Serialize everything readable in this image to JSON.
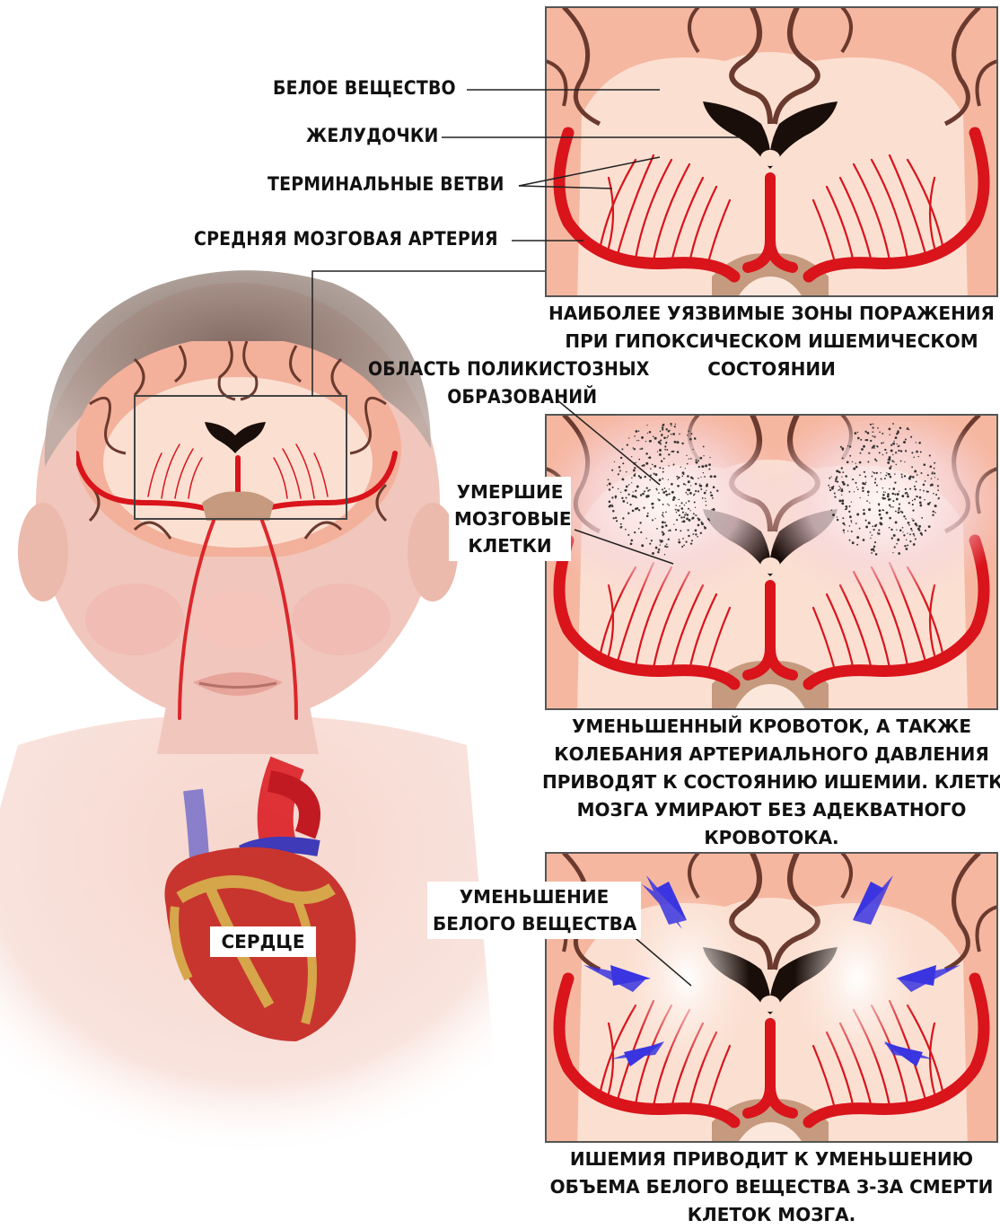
{
  "labels": {
    "white_matter": "БЕЛОЕ ВЕЩЕСТВО",
    "ventricles": "ЖЕЛУДОЧКИ",
    "terminal_branches": "ТЕРМИНАЛЬНЫЕ ВЕТВИ",
    "middle_cerebral_artery": "СРЕДНЯЯ МОЗГОВАЯ АРТЕРИЯ",
    "polycystic_line1": "ОБЛАСТЬ ПОЛИКИСТОЗНЫХ",
    "polycystic_line2": "ОБРАЗОВАНИЙ",
    "dead_cells_line1": "УМЕРШИЕ",
    "dead_cells_line2": "МОЗГОВЫЕ",
    "dead_cells_line3": "КЛЕТКИ",
    "reduction_line1": "УМЕНЬШЕНИЕ",
    "reduction_line2": "БЕЛОГО ВЕЩЕСТВА",
    "heart": "СЕРДЦЕ"
  },
  "captions": {
    "panel1": [
      "НАИБОЛЕЕ УЯЗВИМЫЕ ЗОНЫ ПОРАЖЕНИЯ",
      "ПРИ ГИПОКСИЧЕСКОМ ИШЕМИЧЕСКОМ",
      "СОСТОЯНИИ"
    ],
    "panel2": [
      "УМЕНЬШЕННЫЙ КРОВОТОК, А ТАКЖЕ",
      "КОЛЕБАНИЯ АРТЕРИАЛЬНОГО ДАВЛЕНИЯ",
      "ПРИВОДЯТ К СОСТОЯНИЮ ИШЕМИИ. КЛЕТКИ",
      "МОЗГА УМИРАЮТ БЕЗ АДЕКВАТНОГО",
      "КРОВОТОКА."
    ],
    "panel3": [
      "ИШЕМИЯ ПРИВОДИТ К УМЕНЬШЕНИЮ",
      "ОБЪЕМА БЕЛОГО ВЕЩЕСТВА З-ЗА СМЕРТИ",
      "КЛЕТОК МОЗГА."
    ]
  },
  "colors": {
    "skin": "#f3cfc6",
    "brain_outer": "#f3b09a",
    "brain_inner": "#fbe0d2",
    "artery": "#d9141b",
    "ventricle": "#1a0e0a",
    "arrow": "#3a35e0"
  }
}
